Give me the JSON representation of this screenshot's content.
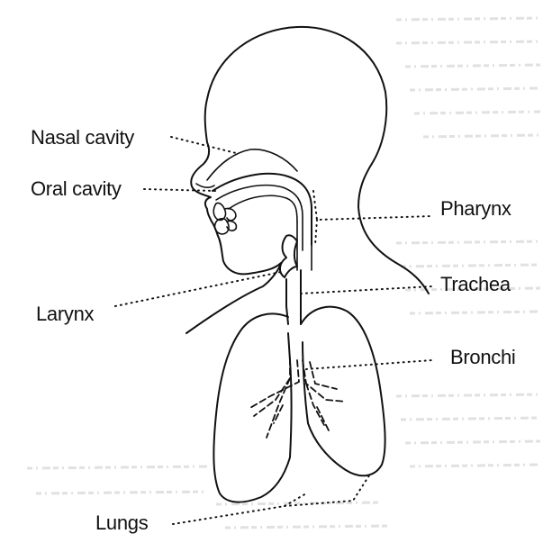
{
  "labels": {
    "nasal_cavity": "Nasal cavity",
    "oral_cavity": "Oral cavity",
    "pharynx": "Pharynx",
    "trachea": "Trachea",
    "larynx": "Larynx",
    "bronchi": "Bronchi",
    "lungs": "Lungs"
  },
  "colors": {
    "ink": "#111111",
    "background": "#ffffff"
  }
}
